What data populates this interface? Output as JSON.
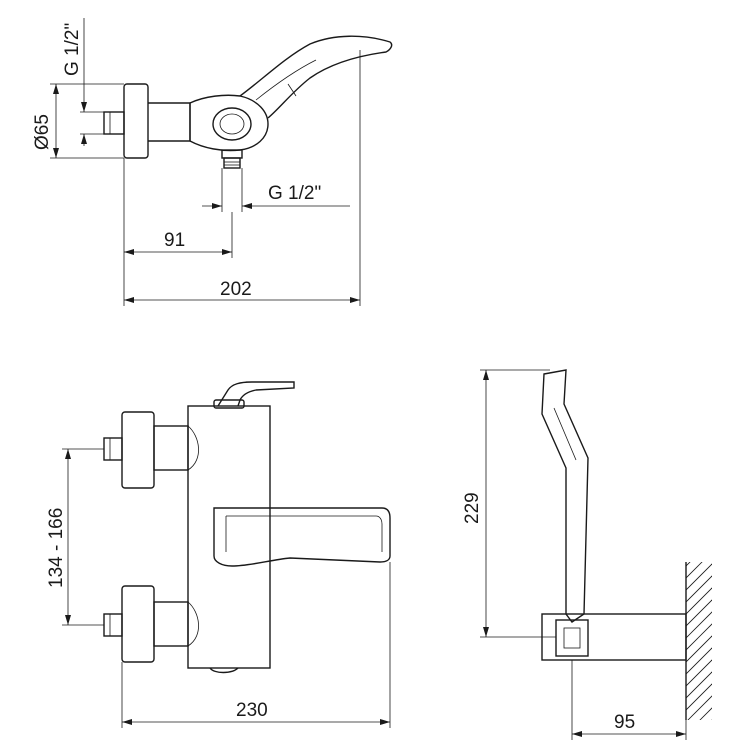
{
  "labels": {
    "thread_top": "G 1/2\"",
    "diameter": "Ø65",
    "thread_bottom": "G 1/2\"",
    "dim_91": "91",
    "dim_202": "202",
    "dim_spacing": "134 - 166",
    "dim_230": "230",
    "dim_229": "229",
    "dim_95": "95"
  }
}
